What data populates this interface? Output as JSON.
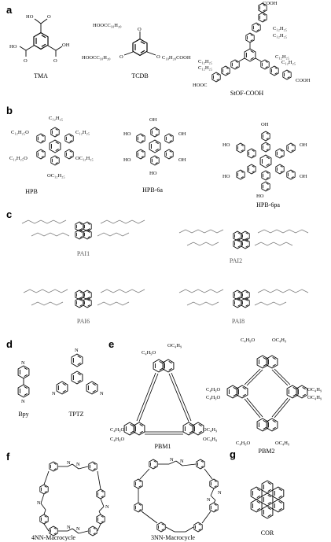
{
  "panels": [
    {
      "id": "a",
      "label": "a",
      "compounds": [
        "TMA",
        "TCDB",
        "StOF-COOH"
      ]
    },
    {
      "id": "b",
      "label": "b",
      "compounds": [
        "HPB",
        "HPB-6a",
        "HPB-6pa"
      ]
    },
    {
      "id": "c",
      "label": "c",
      "compounds": [
        "PAI1",
        "PAI2",
        "PAI6",
        "PAI8"
      ]
    },
    {
      "id": "d",
      "label": "d",
      "compounds": [
        "Bpy",
        "TPTZ"
      ]
    },
    {
      "id": "e",
      "label": "e",
      "compounds": [
        "PBM1",
        "PBM2"
      ]
    },
    {
      "id": "f",
      "label": "f",
      "compounds": [
        "4NN-Macrocycle",
        "3NN-Macrocycle"
      ]
    },
    {
      "id": "g",
      "label": "g",
      "compounds": [
        "COR"
      ]
    }
  ],
  "atoms": {
    "oh": "OH",
    "ho": "HO",
    "o": "O",
    "n": "N",
    "cooh": "COOH",
    "hoooc": "HOOC",
    "tcdb_top": "HOOCC₁₀H₂₀",
    "tcdb_left": "HOOCC₁₀H₂₀",
    "tcdb_right": "C₁₀H₂₀COOH",
    "c12": "C₁₂H₂₅",
    "c12o": "C₁₂H₂₅O",
    "oc12": "OC₁₂H₂₅",
    "c4o": "C₄H₉O",
    "oc4": "OC₄H₉"
  }
}
